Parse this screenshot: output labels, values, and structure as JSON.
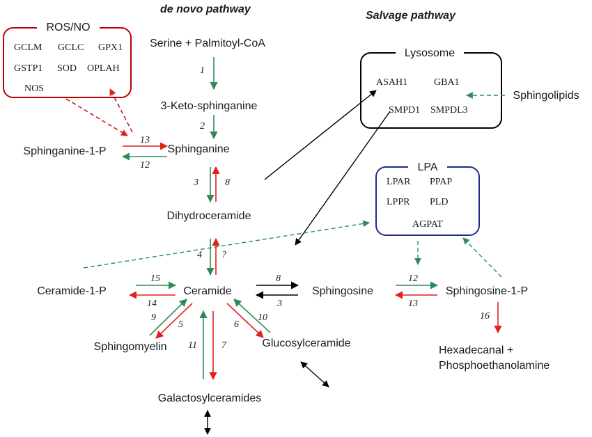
{
  "headers": {
    "de_novo": "de novo pathway",
    "salvage": "Salvage pathway"
  },
  "boxes": {
    "ros": {
      "title": "ROS/NO",
      "genes": [
        "GCLM",
        "GCLC",
        "GPX1",
        "GSTP1",
        "SOD",
        "OPLAH",
        "NOS"
      ],
      "color": "#c00000"
    },
    "lysosome": {
      "title": "Lysosome",
      "genes": [
        "ASAH1",
        "GBA1",
        "SMPD1",
        "SMPDL3"
      ],
      "color": "#000000"
    },
    "lpa": {
      "title": "LPA",
      "genes": [
        "LPAR",
        "PPAP",
        "LPPR",
        "PLD",
        "AGPAT"
      ],
      "color": "#1f2a8c"
    }
  },
  "nodes": {
    "serine": "Serine + Palmitoyl-CoA",
    "keto": "3-Keto-sphinganine",
    "sphinganine": "Sphinganine",
    "sphinganine_1p": "Sphinganine-1-P",
    "dihydroceramide": "Dihydroceramide",
    "ceramide": "Ceramide",
    "ceramide_1p": "Ceramide-1-P",
    "sphingosine": "Sphingosine",
    "sphingosine_1p": "Sphingosine-1-P",
    "sphingomyelin": "Sphingomyelin",
    "glucosylceramide": "Glucosylceramide",
    "galactosylceramides": "Galactosylceramides",
    "sphingolipids": "Sphingolipids",
    "hexadecanal_1": "Hexadecanal +",
    "hexadecanal_2": "Phosphoethanolamine"
  },
  "steps": {
    "s1": "1",
    "s2": "2",
    "s3a": "3",
    "s8a": "8",
    "s4": "4",
    "sq": "?",
    "s13a": "13",
    "s12a": "12",
    "s15": "15",
    "s14": "14",
    "s8b": "8",
    "s3b": "3",
    "s12b": "12",
    "s13b": "13",
    "s16": "16",
    "s9": "9",
    "s5": "5",
    "s6": "6",
    "s10": "10",
    "s11": "11",
    "s7": "7"
  },
  "colors": {
    "green": "#2e8b57",
    "red": "#e02020",
    "black": "#000000"
  }
}
